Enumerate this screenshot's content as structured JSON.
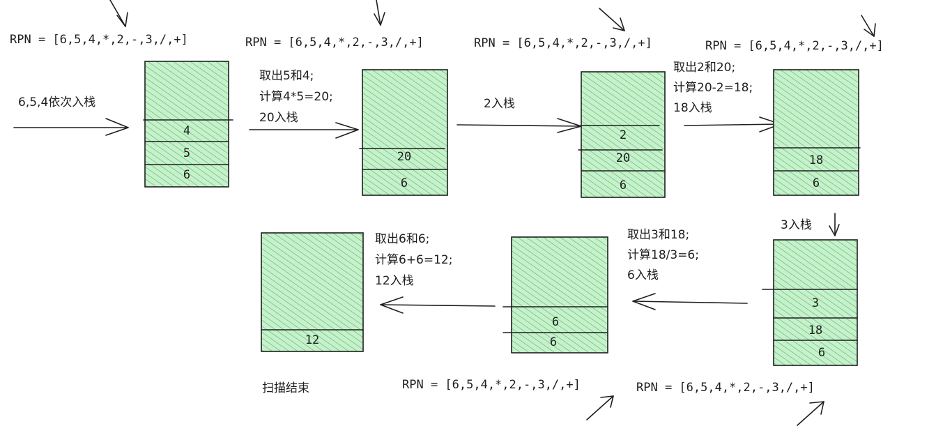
{
  "rpn_expression": "RPN = [6,5,4,*,2,-,3,/,+]",
  "steps": [
    {
      "id": "step1",
      "note": [
        "6,5,4依次入栈"
      ],
      "stack": [
        "4",
        "5",
        "6"
      ]
    },
    {
      "id": "step2",
      "note": [
        "取出5和4;",
        "计算4*5=20;",
        "20入栈"
      ],
      "stack": [
        "20",
        "6"
      ]
    },
    {
      "id": "step3",
      "note": [
        "2入栈"
      ],
      "stack": [
        "2",
        "20",
        "6"
      ]
    },
    {
      "id": "step4",
      "note": [
        "取出2和20;",
        "计算20-2=18;",
        "18入栈"
      ],
      "stack": [
        "18",
        "6"
      ]
    },
    {
      "id": "step5",
      "note": [
        "3入栈"
      ],
      "stack": [
        "3",
        "18",
        "6"
      ]
    },
    {
      "id": "step6",
      "note": [
        "取出3和18;",
        "计算18/3=6;",
        "6入栈"
      ],
      "stack": [
        "6",
        "6"
      ]
    },
    {
      "id": "step7",
      "note": [
        "取出6和6;",
        "计算6+6=12;",
        "12入栈"
      ],
      "stack": [
        "12"
      ]
    }
  ],
  "end_label": "扫描结束",
  "colors": {
    "fill": "#b2f2bb",
    "hatch": "#40c057",
    "ink": "#1e1e1e"
  }
}
